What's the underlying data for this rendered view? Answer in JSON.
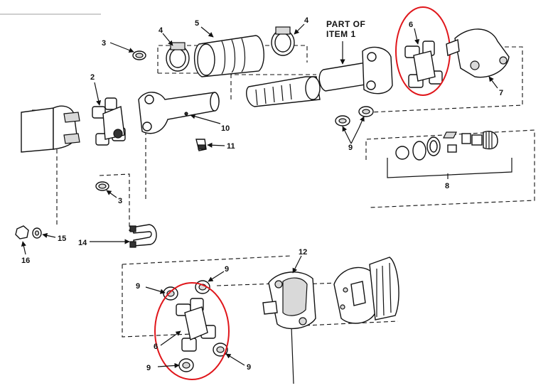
{
  "callouts": {
    "c1": "3",
    "c2": "4",
    "c3": "5",
    "c4": "4",
    "c5": "PART OF",
    "c6": "ITEM 1",
    "c7": "6",
    "c8": "7",
    "c9": "2",
    "c10": "10",
    "c11": "11",
    "c12": "9",
    "c13": "8",
    "c14": "3",
    "c15": "15",
    "c16": "14",
    "c17": "16",
    "c18": "12",
    "c19": "9",
    "c20": "9",
    "c21": "6",
    "c22": "9",
    "c23": "9"
  },
  "highlight_color": "#e0161b",
  "line_color": "#111111"
}
